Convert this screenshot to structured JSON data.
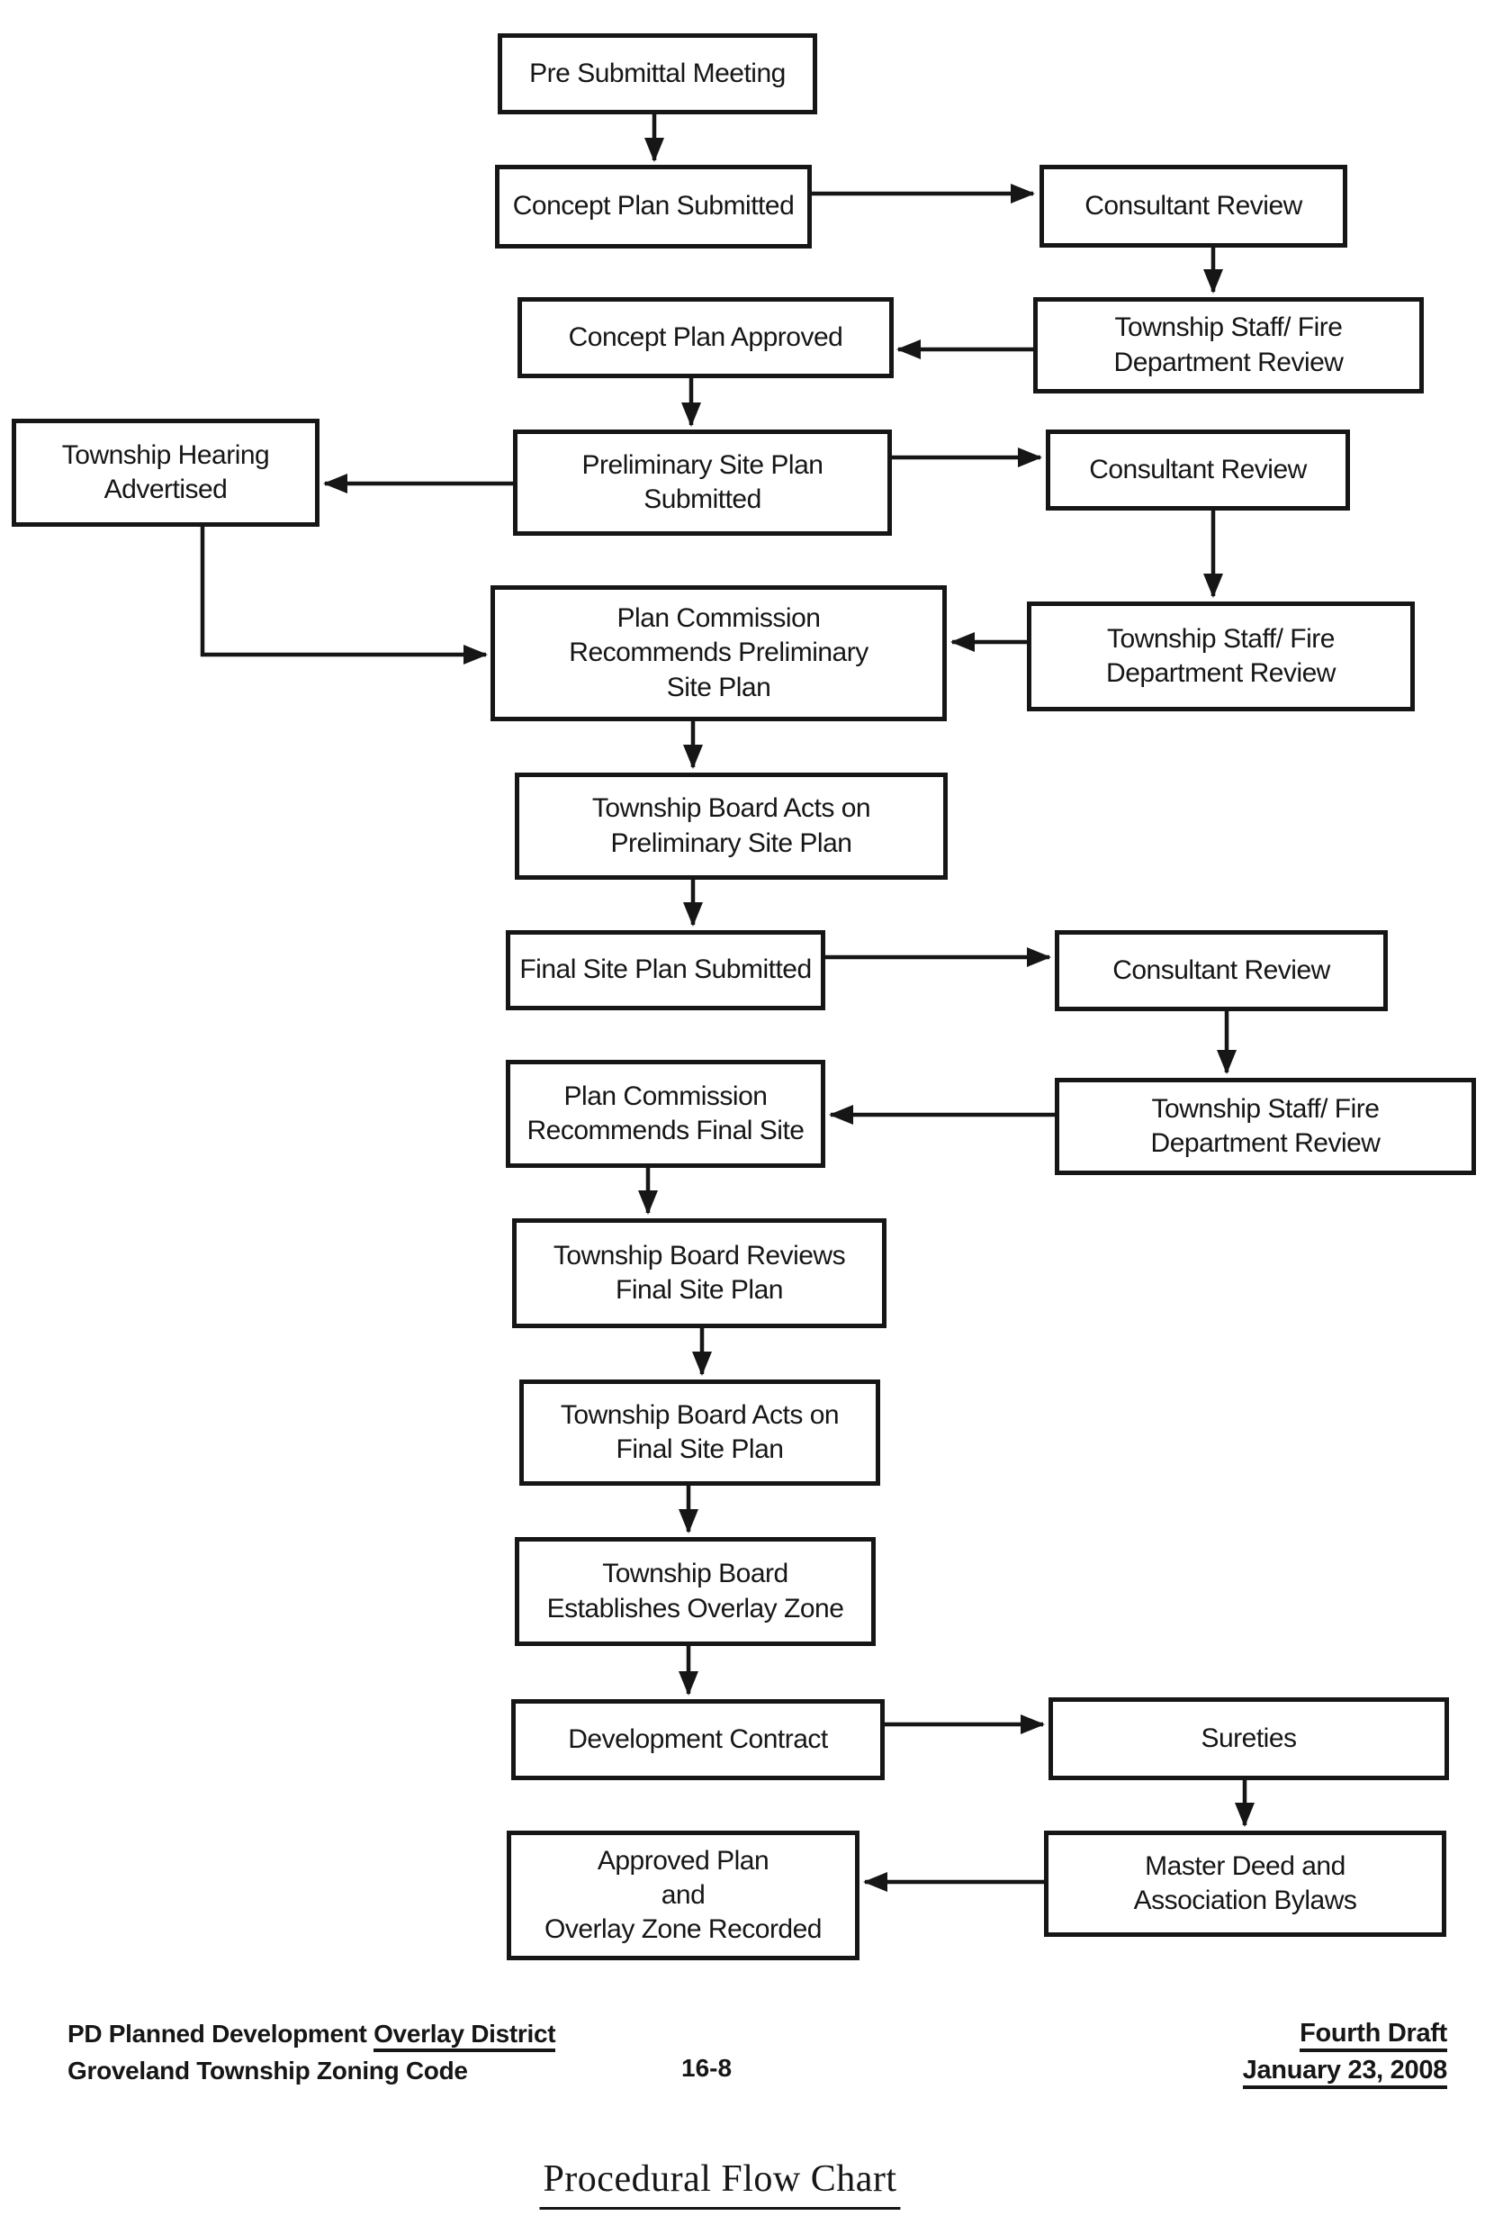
{
  "nodes": {
    "pre_submittal": "Pre Submittal Meeting",
    "concept_submitted": "Concept Plan Submitted",
    "consultant_review_1": "Consultant Review",
    "ts_fire_1": "Township Staff/ Fire\nDepartment Review",
    "concept_approved": "Concept Plan Approved",
    "hearing_advertised": "Township Hearing\nAdvertised",
    "prelim_submitted": "Preliminary Site Plan\nSubmitted",
    "consultant_review_2": "Consultant Review",
    "plan_comm_prelim": "Plan Commission\nRecommends Preliminary\nSite Plan",
    "ts_fire_2": "Township Staff/ Fire\nDepartment Review",
    "tb_acts_prelim": "Township Board Acts on\nPreliminary Site Plan",
    "final_submitted": "Final Site Plan Submitted",
    "consultant_review_3": "Consultant Review",
    "plan_comm_final": "Plan Commission\nRecommends Final Site",
    "ts_fire_3": "Township Staff/ Fire\nDepartment Review",
    "tb_reviews_final": "Township Board Reviews\nFinal Site Plan",
    "tb_acts_final": "Township Board Acts on\nFinal Site Plan",
    "tb_overlay": "Township Board\nEstablishes Overlay Zone",
    "dev_contract": "Development Contract",
    "sureties": "Sureties",
    "master_deed": "Master Deed and\nAssociation Bylaws",
    "approved_plan": "Approved Plan\nand\nOverlay Zone Recorded"
  },
  "footer": {
    "doc_line_prefix": "PD Planned Development ",
    "doc_line_underlined": "Overlay District",
    "code_line": "Groveland Township Zoning Code",
    "page_number": "16-8",
    "draft_label": "Fourth Draft",
    "draft_date": "January 23, 2008"
  },
  "caption": "Procedural Flow Chart",
  "colors": {
    "ink": "#161616",
    "paper": "#ffffff"
  }
}
